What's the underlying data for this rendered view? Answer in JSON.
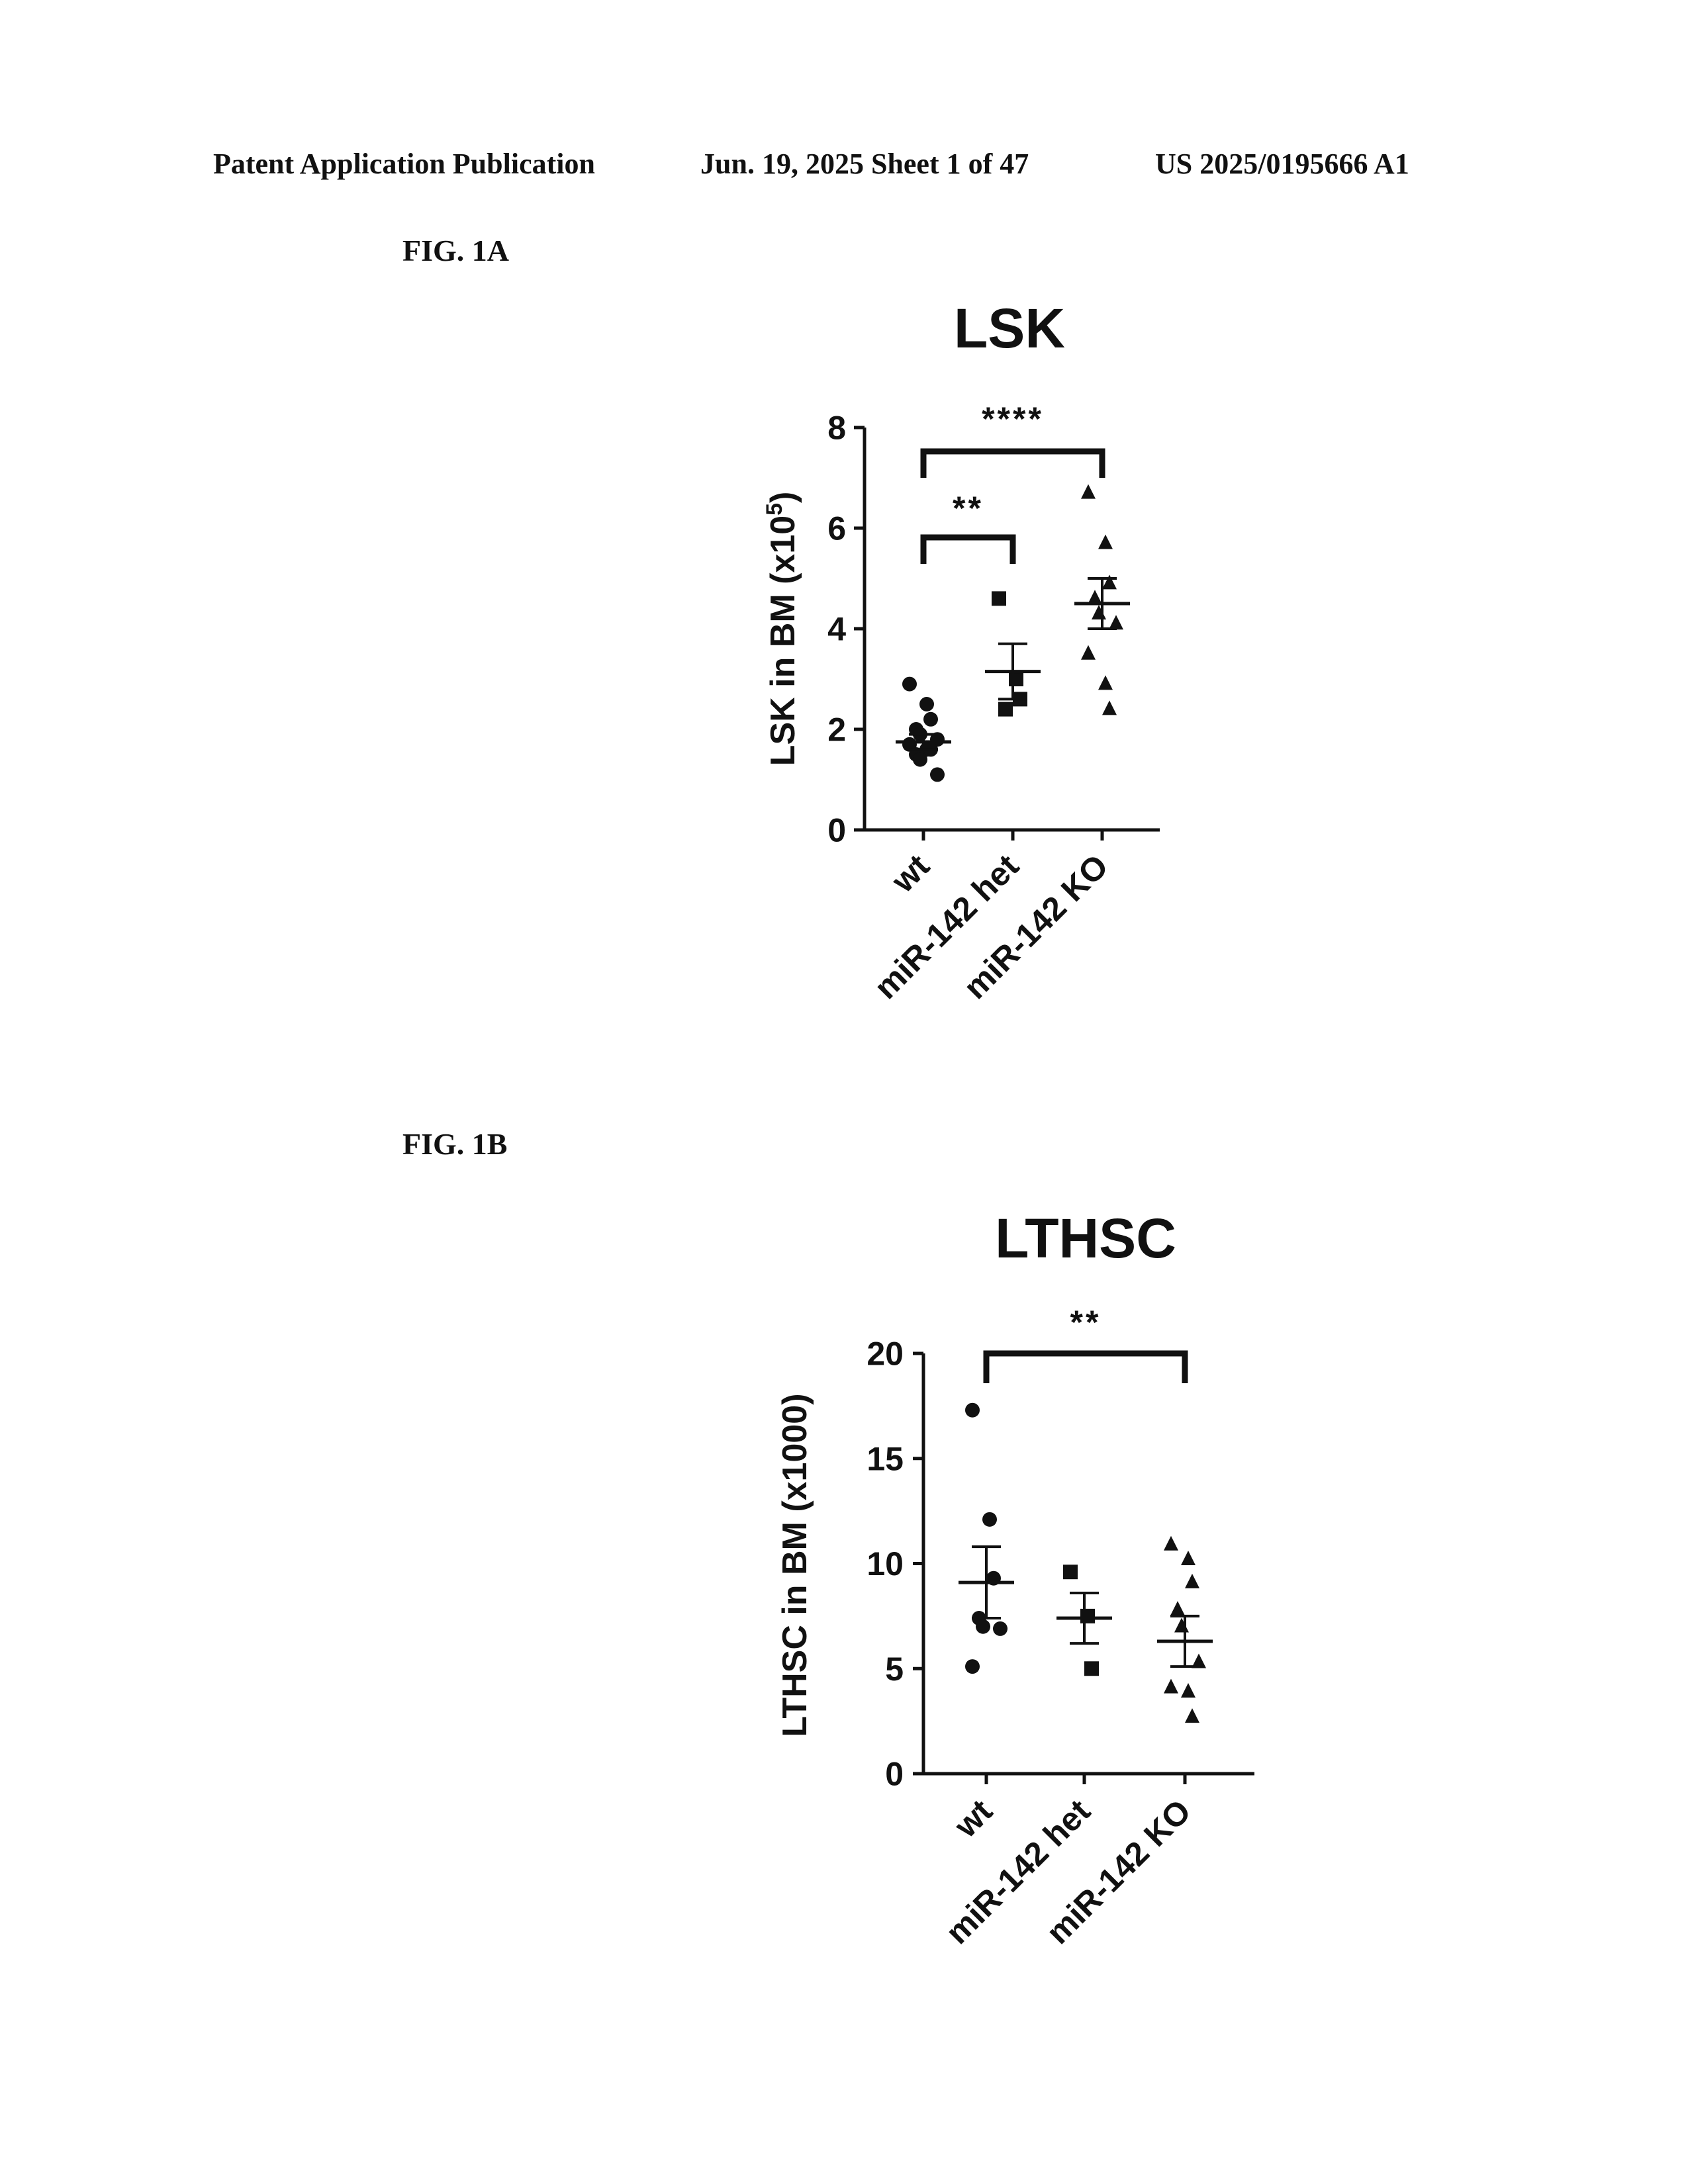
{
  "header": {
    "left": "Patent Application Publication",
    "middle": "Jun. 19, 2025  Sheet 1 of 47",
    "right": "US 2025/0195666 A1"
  },
  "figures": [
    {
      "label": "FIG. 1A"
    },
    {
      "label": "FIG. 1B"
    }
  ],
  "chart_data": [
    {
      "type": "scatter",
      "title": "LSK",
      "ylabel": "LSK in BM (x10",
      "ylabel_sup": "5",
      "ylabel_end": ")",
      "ylim": [
        0,
        8
      ],
      "yticks": [
        0,
        2,
        4,
        6,
        8
      ],
      "categories": [
        "wt",
        "miR-142 het",
        "miR-142 KO"
      ],
      "series": [
        {
          "marker": "circle",
          "values": [
            2.9,
            2.5,
            2.2,
            2.0,
            1.9,
            1.8,
            1.7,
            1.6,
            1.6,
            1.5,
            1.4,
            1.1
          ],
          "mean": 1.75,
          "sem": 0.15
        },
        {
          "marker": "square",
          "values": [
            4.6,
            3.0,
            2.6,
            2.4
          ],
          "mean": 3.15,
          "sem": 0.55
        },
        {
          "marker": "triangle",
          "values": [
            6.7,
            5.7,
            4.9,
            4.6,
            4.3,
            4.1,
            3.5,
            2.9,
            2.4
          ],
          "mean": 4.5,
          "sem": 0.5
        }
      ],
      "significance": [
        {
          "from": 0,
          "to": 1,
          "label": "**"
        },
        {
          "from": 0,
          "to": 2,
          "label": "****"
        }
      ],
      "grid": false,
      "legend": "none"
    },
    {
      "type": "scatter",
      "title": "LTHSC",
      "ylabel": "LTHSC in BM (x1000)",
      "ylim": [
        0,
        20
      ],
      "yticks": [
        0,
        5,
        10,
        15,
        20
      ],
      "categories": [
        "wt",
        "miR-142 het",
        "miR-142 KO"
      ],
      "series": [
        {
          "marker": "circle",
          "values": [
            17.3,
            12.1,
            9.3,
            7.4,
            7.0,
            6.9,
            5.1
          ],
          "mean": 9.1,
          "sem": 1.7
        },
        {
          "marker": "square",
          "values": [
            9.6,
            7.5,
            5.0
          ],
          "mean": 7.4,
          "sem": 1.2
        },
        {
          "marker": "triangle",
          "values": [
            10.9,
            10.2,
            9.1,
            7.8,
            7.0,
            5.3,
            4.1,
            3.9,
            2.7
          ],
          "mean": 6.3,
          "sem": 1.2
        }
      ],
      "significance": [
        {
          "from": 0,
          "to": 2,
          "label": "**"
        }
      ],
      "grid": false,
      "legend": "none"
    }
  ]
}
